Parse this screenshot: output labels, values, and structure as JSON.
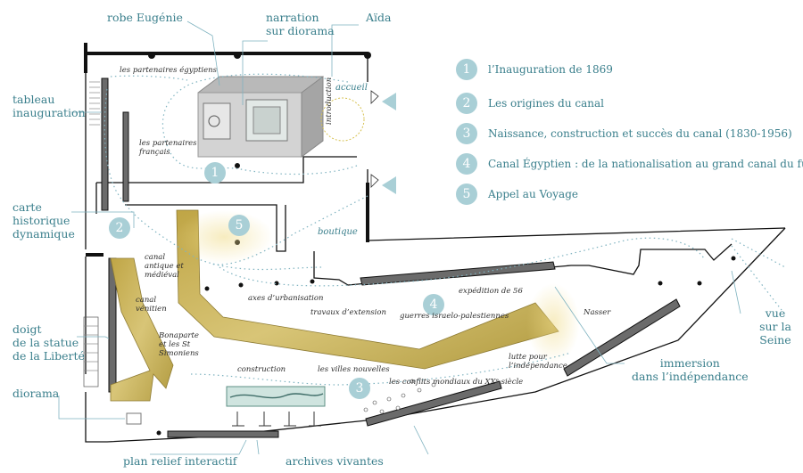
{
  "legend": [
    {
      "num": "1",
      "label": "l’Inauguration de 1869"
    },
    {
      "num": "2",
      "label": "Les origines du canal"
    },
    {
      "num": "3",
      "label": "Naissance, construction et succès du canal (1830-1956)"
    },
    {
      "num": "4",
      "label": "Canal Égyptien : de la nationalisation au grand canal du futur"
    },
    {
      "num": "5",
      "label": "Appel au Voyage"
    }
  ],
  "callouts": {
    "robe": "robe Eugénie",
    "narration": "narration\nsur diorama",
    "aida": "Aïda",
    "tableau": "tableau\ninauguration",
    "carte": "carte\nhistorique\ndynamique",
    "doigt": "doigt\nde la statue\nde la Liberté",
    "diorama": "diorama",
    "plan_relief": "plan relief interactif",
    "archives": "archives vivantes",
    "immersion": "immersion\ndans l’indépendance",
    "vue": "vue\nsur la Seine"
  },
  "plan_labels": {
    "partenaires_eg": "les partenaires égyptiens",
    "partenaires_fr": "les partenaires\nfrançais",
    "accueil": "accueil",
    "introduction": "introduction",
    "boutique": "boutique",
    "canal_antique": "canal\nantique et\nmédiéval",
    "canal_venitien": "canal\nvénitien",
    "bonaparte": "Bonaparte\net les St\nSimoniens",
    "axes": "axes d’urbanisation",
    "travaux": "travaux d’extension",
    "guerres": "guerres israelo-palestiennes",
    "expedition": "expédition de 56",
    "nasser": "Nasser",
    "construction": "construction",
    "villes": "les villes nouvelles",
    "conflits": "les conflits mondiaux du XXᵉ siècle",
    "lutte": "lutte pour\nl’indépendance"
  },
  "zones": [
    "1",
    "2",
    "3",
    "4",
    "5"
  ],
  "colors": {
    "teal": "#3a7f8c",
    "badge": "#a9cfd6",
    "gold": "#c9b35a",
    "wall": "#111111",
    "panel": "#555555"
  }
}
